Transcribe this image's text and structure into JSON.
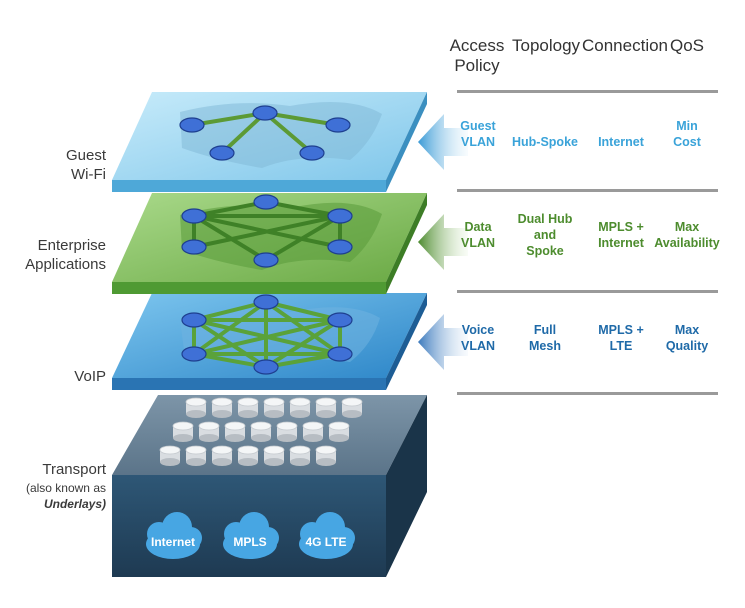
{
  "colors": {
    "guest_layer": "#8fd0ee",
    "enterprise_layer": "#7fba55",
    "voip_layer": "#3d9ad3",
    "transport_front": "#264861",
    "cloud": "#47a6e3",
    "node": "#3f70d6",
    "guest_text": "#3aa3d9",
    "enterprise_text": "#4d8c2e",
    "voip_text": "#1f6aa8"
  },
  "left_labels": {
    "guest": "Guest\nWi-Fi",
    "enterprise": "Enterprise\nApplications",
    "voip": "VoIP",
    "transport_line1": "Transport",
    "transport_line2": "(also known as",
    "transport_line3": "Underlays)"
  },
  "table": {
    "headers": [
      "Access\nPolicy",
      "Topology",
      "Connection",
      "QoS"
    ],
    "rows": [
      {
        "layer": "guest",
        "access_policy": "Guest\nVLAN",
        "topology": "Hub-Spoke",
        "connection": "Internet",
        "qos": "Min\nCost"
      },
      {
        "layer": "enterprise",
        "access_policy": "Data\nVLAN",
        "topology": "Dual Hub\nand\nSpoke",
        "connection": "MPLS +\nInternet",
        "qos": "Max\nAvailability"
      },
      {
        "layer": "voip",
        "access_policy": "Voice\nVLAN",
        "topology": "Full\nMesh",
        "connection": "MPLS +\nLTE",
        "qos": "Max\nQuality"
      }
    ]
  },
  "transports": [
    "Internet",
    "MPLS",
    "4G LTE"
  ],
  "icons": [
    "router-icon",
    "cloud-icon",
    "arrow-left-icon",
    "network-node-icon"
  ]
}
